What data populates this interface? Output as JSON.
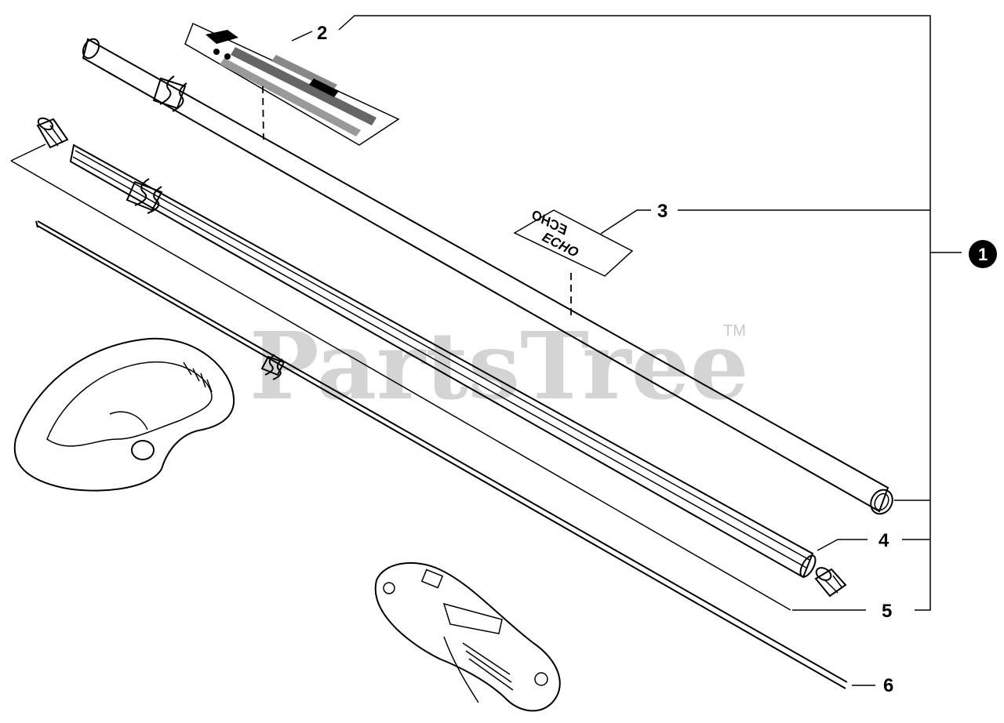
{
  "watermark": {
    "text": "PartsTree",
    "trademark": "TM"
  },
  "decal_text": "ECHO",
  "callouts": [
    {
      "label": "2"
    },
    {
      "label": "3"
    },
    {
      "label": "1",
      "style": "circled"
    },
    {
      "label": "4"
    },
    {
      "label": "5"
    },
    {
      "label": "6"
    }
  ]
}
